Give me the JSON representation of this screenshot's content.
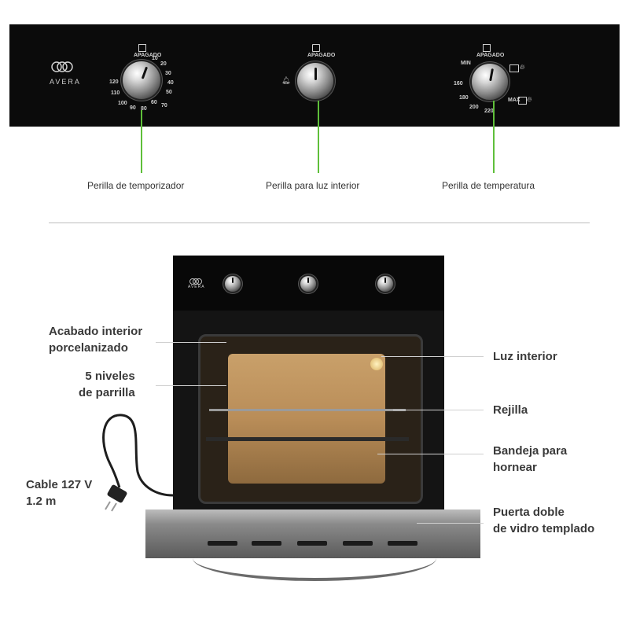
{
  "brand": "AVERA",
  "control_panel": {
    "timer_knob": {
      "top_label": "APAGADO",
      "scale": [
        "10",
        "20",
        "30",
        "40",
        "50",
        "60",
        "70",
        "80",
        "90",
        "100",
        "110",
        "120"
      ]
    },
    "light_knob": {
      "top_label": "APAGADO"
    },
    "temp_knob": {
      "min_label": "MIN",
      "max_label": "MAX",
      "scale": [
        "160",
        "180",
        "200",
        "220"
      ]
    }
  },
  "captions": {
    "timer": "Perilla de temporizador",
    "light": "Perilla para luz interior",
    "temperature": "Perilla de temperatura"
  },
  "oven_features": {
    "enamel_line1": "Acabado interior",
    "enamel_line2": "porcelanizado",
    "levels_line1": "5 niveles",
    "levels_line2": "de parrilla",
    "cable_line1": "Cable 127 V",
    "cable_line2": "1.2 m",
    "interior_light": "Luz interior",
    "rack": "Rejilla",
    "tray_line1": "Bandeja para",
    "tray_line2": "hornear",
    "door_line1": "Puerta doble",
    "door_line2": "de vidro templado"
  },
  "colors": {
    "panel": "#0b0b0b",
    "leader_green": "#5fbf3a",
    "label_text": "#3a3a3a"
  }
}
